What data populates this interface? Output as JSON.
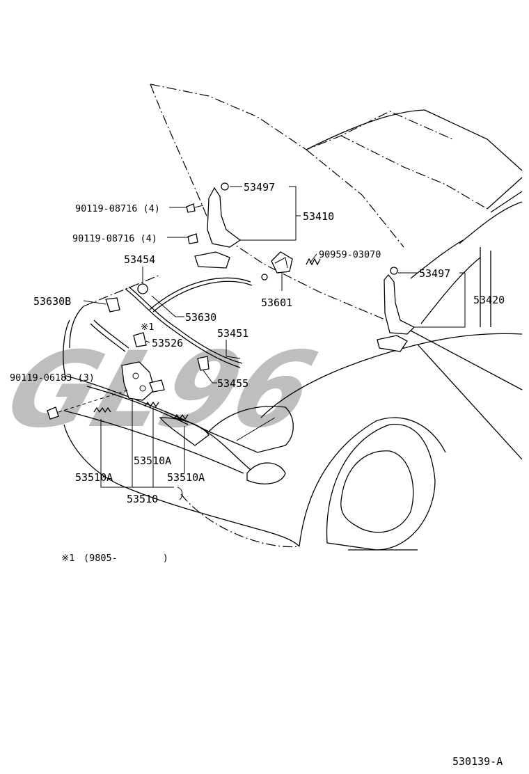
{
  "watermark": "GL96",
  "diagram_code": "530139-A",
  "footnote": {
    "mark": "※1",
    "text": "(9805-        )"
  },
  "callouts": {
    "hinge_nut_top": "53497",
    "hinge_assy_left": "53410",
    "bolt_upper": "90119-08716 (4)",
    "bolt_lower": "90119-08716 (4)",
    "cushion": "53454",
    "support_rod": "53630",
    "support_rod_holder": "53630B",
    "spring_clip": "90959-03070",
    "hood_lock_bumper": "53601",
    "hinge_nut_right": "53497",
    "hinge_assy_right": "53420",
    "release_cable": "53451",
    "note_mark": "※1",
    "hook_sub": "53526",
    "cable_clamp": "53455",
    "lock_bolt": "90119-06183 (3)",
    "lock_part_center": "53510A",
    "lock_part_left": "53510A",
    "lock_part_right": "53510A",
    "hood_lock_assy": "53510"
  }
}
